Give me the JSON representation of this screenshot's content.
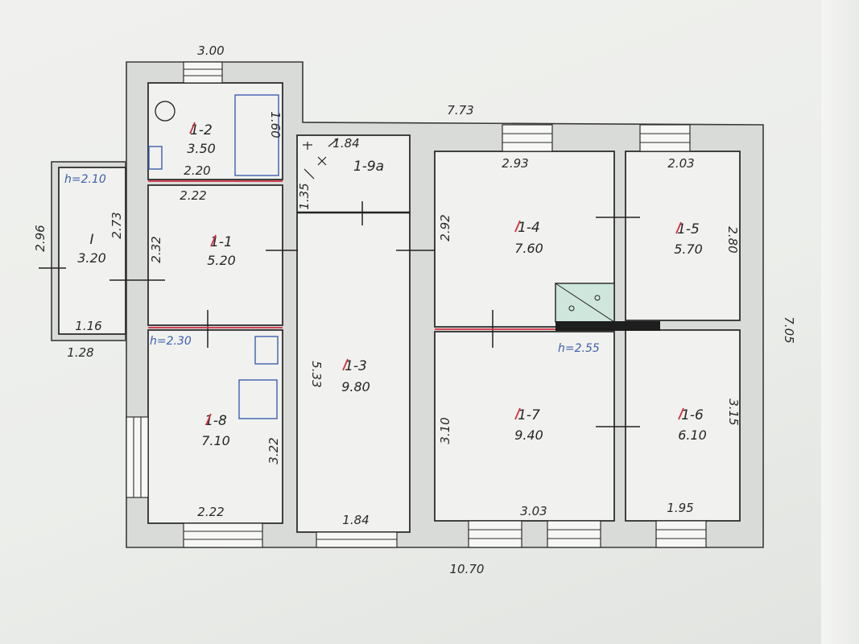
{
  "colors": {
    "wall_fill": "#d9dbd8",
    "room_fill": "#f1f2ef",
    "ink": "#2a2a2a",
    "blue_ink": "#3d5fb0",
    "red_ink": "#d03040",
    "window_fill": "#94c8a8"
  },
  "dimensions": {
    "top_left_width": "3.00",
    "top_right_width": "7.73",
    "bottom_width": "10.70",
    "right_height": "7.05",
    "veranda_height": "2.96",
    "veranda_bottom_outer": "1.28",
    "veranda_bottom_inner": "1.16",
    "veranda_side": "2.73"
  },
  "ceiling_heights": {
    "veranda": "h=2.10",
    "room_1_8": "h=2.30",
    "main": "h=2.55"
  },
  "rooms": [
    {
      "id": "veranda",
      "number": "I",
      "area": "3.20"
    },
    {
      "id": "r1_2",
      "number": "1-2",
      "area": "3.50",
      "dims": [
        "2.20",
        "1.60"
      ]
    },
    {
      "id": "r1_1",
      "number": "1-1",
      "area": "5.20",
      "dims": [
        "2.22",
        "2.32"
      ]
    },
    {
      "id": "r1_8",
      "number": "1-8",
      "area": "7.10",
      "dims": [
        "2.22",
        "3.22"
      ]
    },
    {
      "id": "r1_9a",
      "number": "1-9a",
      "area": "",
      "dims": [
        "1.84",
        "1.35"
      ]
    },
    {
      "id": "r1_3",
      "number": "1-3",
      "area": "9.80",
      "dims": [
        "5.33",
        "1.84"
      ]
    },
    {
      "id": "r1_4",
      "number": "1-4",
      "area": "7.60",
      "dims": [
        "2.93",
        "2.92"
      ]
    },
    {
      "id": "r1_5",
      "number": "1-5",
      "area": "5.70",
      "dims": [
        "2.03",
        "2.80"
      ]
    },
    {
      "id": "r1_7",
      "number": "1-7",
      "area": "9.40",
      "dims": [
        "3.10",
        "3.03"
      ]
    },
    {
      "id": "r1_6",
      "number": "1-6",
      "area": "6.10",
      "dims": [
        "1.95",
        "3.15"
      ]
    }
  ]
}
